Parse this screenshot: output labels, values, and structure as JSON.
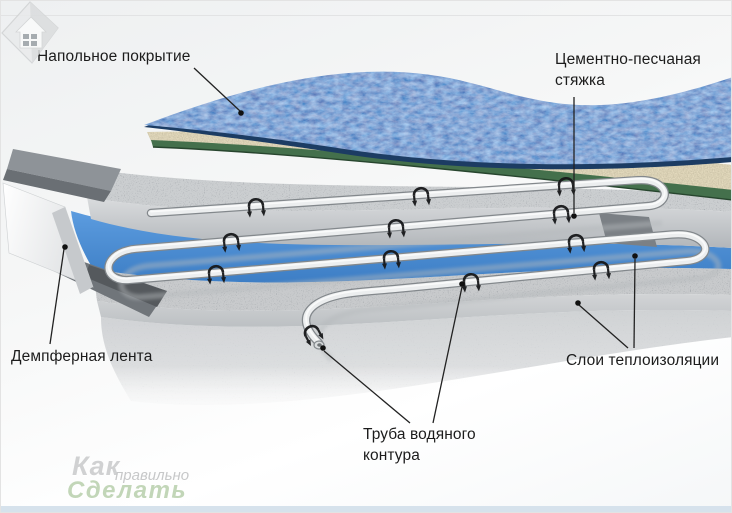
{
  "callouts": {
    "floor_covering": {
      "text": "Напольное покрытие"
    },
    "screed": {
      "line1": "Цементно-песчаная",
      "line2": "стяжка"
    },
    "damper_tape": {
      "text": "Демпферная лента"
    },
    "pipe": {
      "line1": "Труба водяного",
      "line2": "контура"
    },
    "insulation": {
      "text": "Слои теплоизоляции"
    }
  },
  "watermark": {
    "word_top": "Как",
    "word_mid": "правильно",
    "word_bottom": "Сделать"
  },
  "colors": {
    "floor_covering_blue": "#3a6cb0",
    "covering_edge_navy": "#1c3c63",
    "underlay_tan": "#b2a075",
    "underlay_green": "#44704c",
    "screed_gray": "#c6c9cc",
    "foil_blue": "#4a90d8",
    "pipe_gray": "#e8eaec",
    "clip_black": "#17181a",
    "insulation_gray": "#c8cacc",
    "damper_tape_white": "#f4f5f6",
    "leader_line": "#222222",
    "watermark_green": "#c2d6b8",
    "background_top": "#eff0f1",
    "bottom_strip": "#d6e2ec"
  }
}
